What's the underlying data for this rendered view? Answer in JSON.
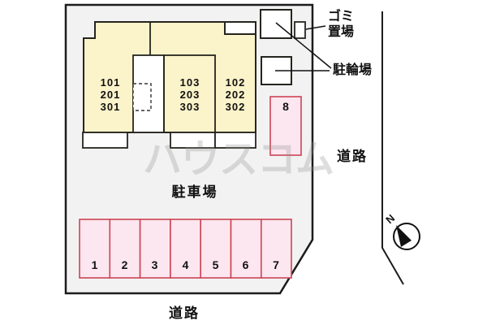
{
  "site": {
    "building": {
      "units": [
        {
          "lines": [
            "101",
            "201",
            "301"
          ]
        },
        {
          "lines": [
            "103",
            "203",
            "303"
          ]
        },
        {
          "lines": [
            "102",
            "202",
            "302"
          ]
        }
      ]
    },
    "parking": {
      "label": "駐車場",
      "spaces": [
        "1",
        "2",
        "3",
        "4",
        "5",
        "6",
        "7"
      ],
      "space8": "8"
    },
    "facilities": {
      "garbage": {
        "line1": "ゴミ",
        "line2": "置場"
      },
      "bicycle": {
        "label": "駐輪場"
      }
    }
  },
  "roads": {
    "right": "道路",
    "bottom": "道路"
  },
  "compass": {
    "north": "N"
  },
  "watermark": "ハウスコム",
  "colors": {
    "site_fill": "#F2F2F2",
    "building_fill": "#FBF3C9",
    "parking_fill": "#FCE6EF",
    "parking_border": "#CC4455",
    "line": "#1C1C1C"
  }
}
